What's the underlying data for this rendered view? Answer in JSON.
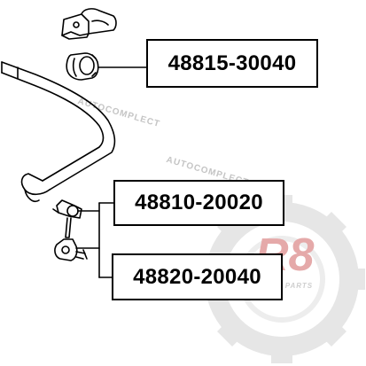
{
  "parts": [
    {
      "id": "part-1",
      "number": "48815-30040"
    },
    {
      "id": "part-2",
      "number": "48810-20020"
    },
    {
      "id": "part-3",
      "number": "48820-20040"
    }
  ],
  "watermark": {
    "brand": "R8",
    "tagline": "AUTO PARTS",
    "site": "AUTOCOMPLECT"
  }
}
